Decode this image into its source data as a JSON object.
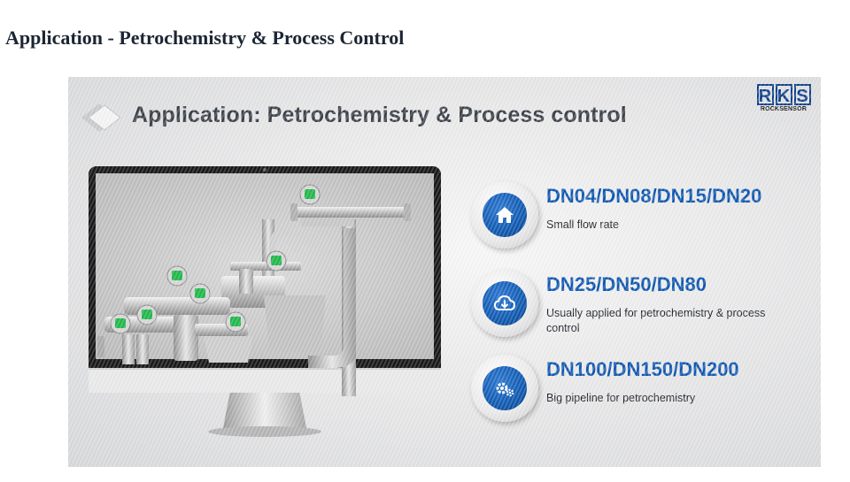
{
  "page": {
    "heading": "Application - Petrochemistry & Process Control"
  },
  "banner": {
    "title": "Application:  Petrochemistry & Process control",
    "logo": {
      "letters": [
        "R",
        "K",
        "S"
      ],
      "subtitle": "ROCKSENSOR"
    },
    "features": [
      {
        "icon": "home-icon",
        "heading": "DN04/DN08/DN15/DN20",
        "description": "Small flow rate"
      },
      {
        "icon": "cloud-download-icon",
        "heading": "DN25/DN50/DN80",
        "description": "Usually applied for petrochemistry & process control"
      },
      {
        "icon": "gears-icon",
        "heading": "DN100/DN150/DN200",
        "description": "Big pipeline for petrochemistry"
      }
    ]
  },
  "colors": {
    "accent": "#0d56b0",
    "icon_disc": "#0f5ab3",
    "logo": "#0a3e8a",
    "title_text": "#3a3f46"
  }
}
